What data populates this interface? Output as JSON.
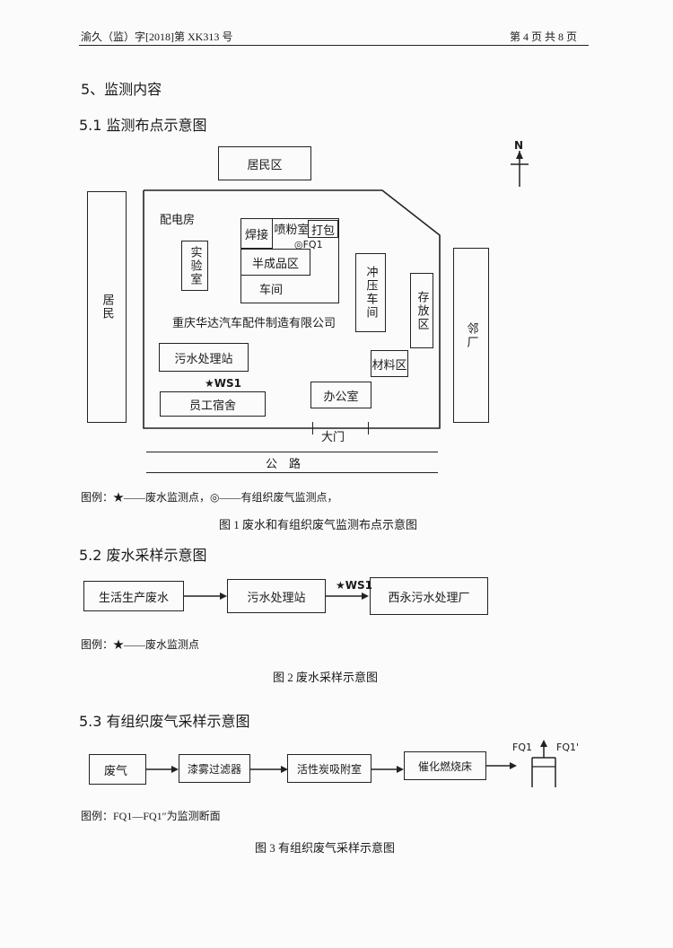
{
  "header": {
    "doc_number": "渝久（监）字[2018]第 XK313 号",
    "page_info": "第 4 页 共 8 页"
  },
  "section5": {
    "title": "5、监测内容"
  },
  "section51": {
    "title": "5.1 监测布点示意图",
    "north_label": "N",
    "map": {
      "residential_top": "居民区",
      "residential_left": "居民",
      "neighbor_factory": "邻厂",
      "power_room": "配电房",
      "lab": "实验室",
      "welding": "焊接",
      "powder_room": "喷粉室",
      "packing": "打包",
      "fq1_marker": "◎FQ1",
      "semi_product_area": "半成品区",
      "workshop": "车间",
      "stamping_workshop": "冲压车间",
      "storage_area": "存放区",
      "company_name": "重庆华达汽车配件制造有限公司",
      "sewage_station": "污水处理站",
      "ws1_marker": "★WS1",
      "dormitory": "员工宿舍",
      "office": "办公室",
      "material_area": "材料区",
      "gate": "大门",
      "road": "公　路"
    },
    "legend": "图例：★——废水监测点，◎——有组织废气监测点，",
    "caption": "图 1 废水和有组织废气监测布点示意图"
  },
  "section52": {
    "title": "5.2 废水采样示意图",
    "flow": {
      "step1": "生活生产废水",
      "step2": "污水处理站",
      "marker": "★WS1",
      "step3": "西永污水处理厂"
    },
    "legend": "图例：★——废水监测点",
    "caption": "图 2 废水采样示意图"
  },
  "section53": {
    "title": "5.3 有组织废气采样示意图",
    "flow": {
      "step1": "废气",
      "step2": "漆雾过滤器",
      "step3": "活性炭吸附室",
      "step4": "催化燃烧床",
      "fq1": "FQ1",
      "fq1_prime": "FQ1'"
    },
    "legend": "图例：FQ1—FQ1″为监测断面",
    "caption": "图 3 有组织废气采样示意图"
  }
}
